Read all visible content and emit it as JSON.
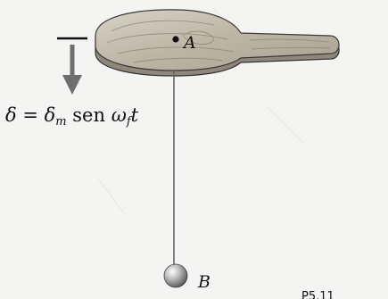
{
  "labels": {
    "point_a": "A",
    "point_b": "B"
  },
  "equation": {
    "lhs": "δ",
    "equals": " = ",
    "delta": "δ",
    "delta_sub": "m",
    "func": " sen ",
    "omega": "ω",
    "omega_sub": "f",
    "var_t": "t"
  },
  "caption": "P5.11"
}
